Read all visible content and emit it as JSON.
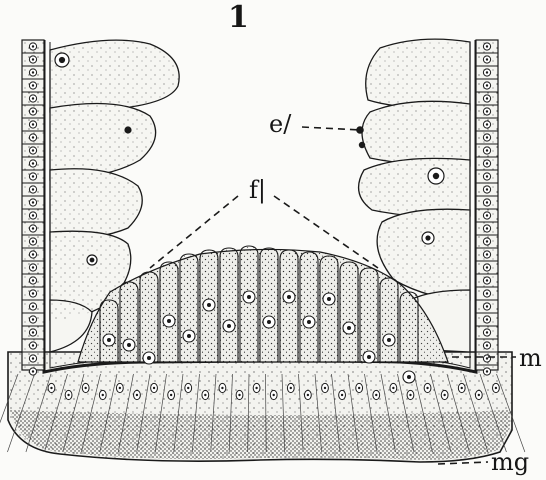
{
  "figure": {
    "number": "1",
    "labels": {
      "e": "e/",
      "f": "f|",
      "m": "m",
      "mg": "mg"
    },
    "colors": {
      "ink": "#1a1a1a",
      "paper": "#fbfbf9",
      "cell_fill": "#f2f2ee"
    }
  }
}
